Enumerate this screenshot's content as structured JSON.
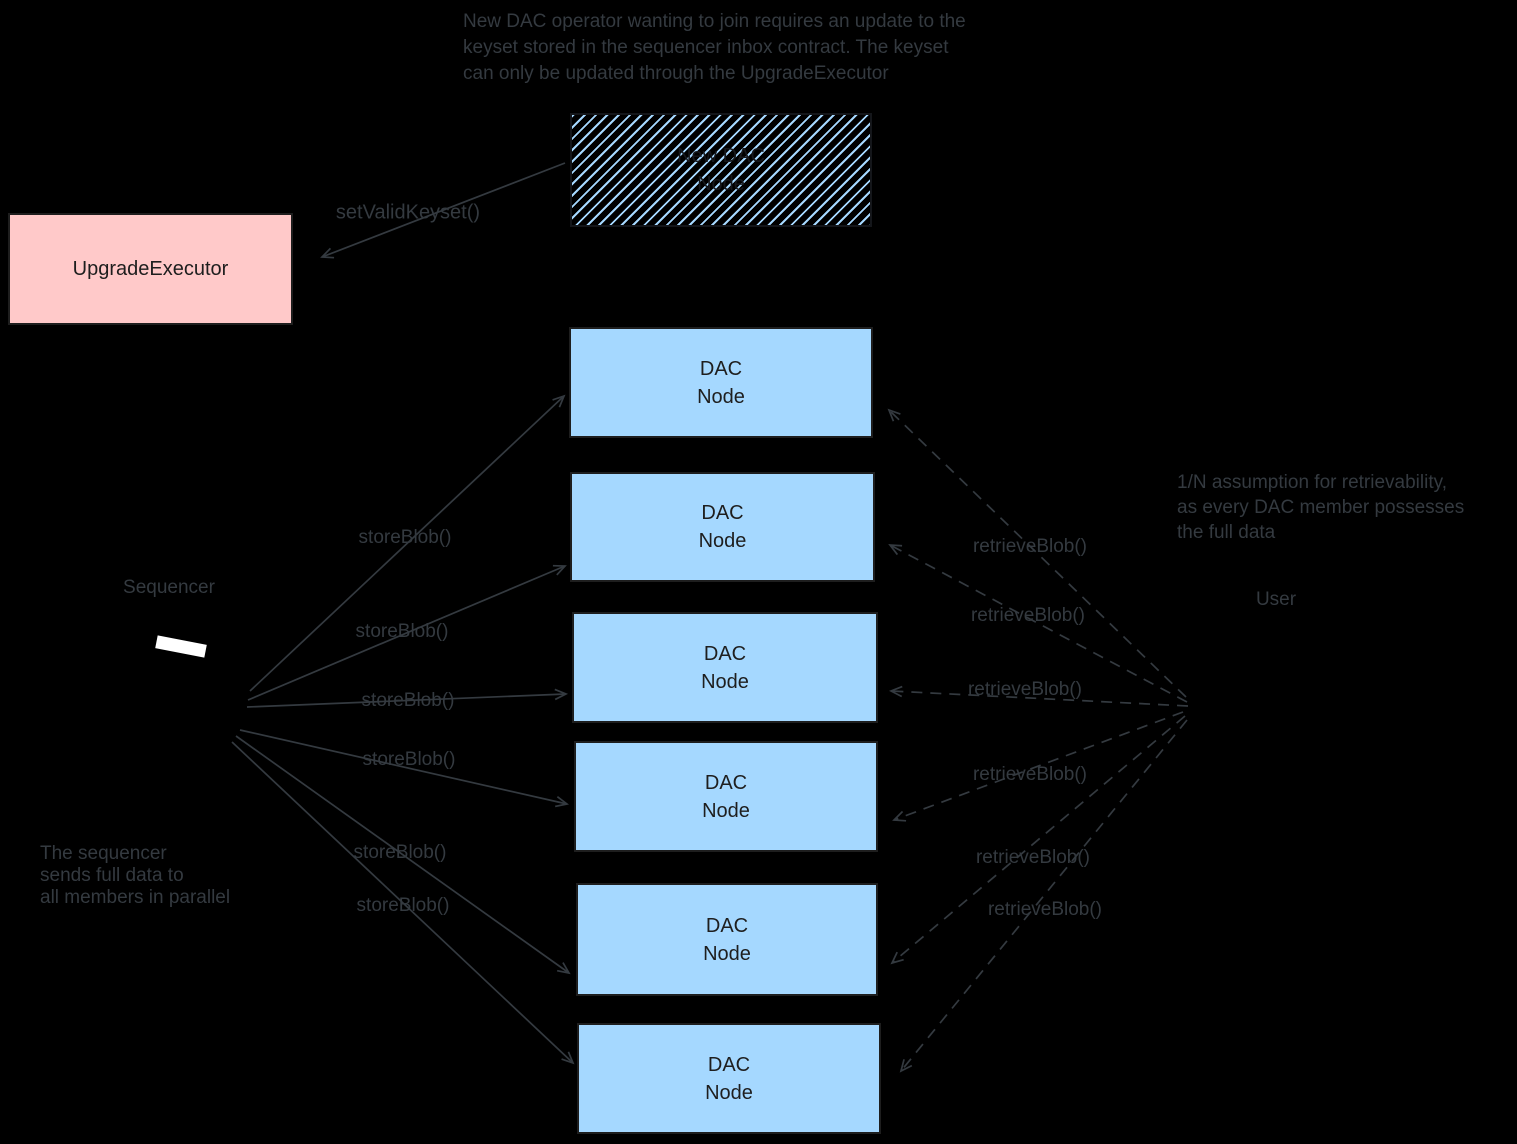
{
  "colors": {
    "background": "#000000",
    "dac_node_fill": "#A5D8FF",
    "upgrade_executor_fill": "#FFC9C9",
    "box_stroke": "#1E1E1E",
    "annotation": "#343A40",
    "sequencer_screen": "#FFFFFF"
  },
  "top_note": "New DAC operator wanting to join requires an update to the\nkeyset stored in the sequencer inbox contract. The keyset\ncan only be updated through the UpgradeExecutor",
  "upgrade_executor": {
    "label": "UpgradeExecutor"
  },
  "new_dac_node": {
    "label": "New DAC\nNode"
  },
  "sequencer": {
    "label": "Sequencer",
    "note": "The sequencer\nsends full data to\nall members in parallel"
  },
  "user": {
    "label": "User",
    "note": "1/N assumption for retrievability,\nas every DAC member possesses\nthe full data"
  },
  "dac_nodes": [
    {
      "label": "DAC\nNode"
    },
    {
      "label": "DAC\nNode"
    },
    {
      "label": "DAC\nNode"
    },
    {
      "label": "DAC\nNode"
    },
    {
      "label": "DAC\nNode"
    },
    {
      "label": "DAC\nNode"
    }
  ],
  "edges": {
    "set_valid_keyset": {
      "label": "setValidKeyset()"
    },
    "store": [
      {
        "label": "storeBlob()"
      },
      {
        "label": "storeBlob()"
      },
      {
        "label": "storeBlob()"
      },
      {
        "label": "storeBlob()"
      },
      {
        "label": "storeBlob()"
      },
      {
        "label": "storeBlob()"
      }
    ],
    "retrieve": [
      {
        "label": "retrieveBlob()"
      },
      {
        "label": "retrieveBlob()"
      },
      {
        "label": "retrieveBlob()"
      },
      {
        "label": "retrieveBlob()"
      },
      {
        "label": "retrieveBlob()"
      },
      {
        "label": "retrieveBlob()"
      }
    ]
  }
}
